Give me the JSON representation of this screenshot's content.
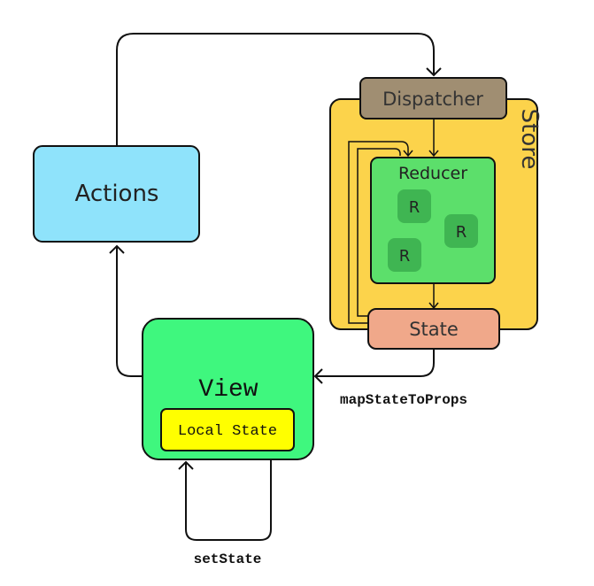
{
  "nodes": {
    "actions": {
      "label": "Actions",
      "fill": "#8fe3fb"
    },
    "dispatcher": {
      "label": "Dispatcher",
      "fill": "#a08e72"
    },
    "store": {
      "label": "Store",
      "fill": "#fcd34b"
    },
    "reducer": {
      "label": "Reducer",
      "fill": "#5cdf6b"
    },
    "reducer_items": [
      {
        "label": "R"
      },
      {
        "label": "R"
      },
      {
        "label": "R"
      }
    ],
    "state": {
      "label": "State",
      "fill": "#f0a88a"
    },
    "view": {
      "label": "View",
      "fill": "#3ff77e"
    },
    "local_state": {
      "label": "Local State",
      "fill": "#ffff00"
    }
  },
  "edges": {
    "map_state_to_props": {
      "label": "mapStateToProps"
    },
    "set_state": {
      "label": "setState"
    }
  },
  "colors": {
    "stroke": "#111111",
    "reducer_item": "#3fb552"
  }
}
